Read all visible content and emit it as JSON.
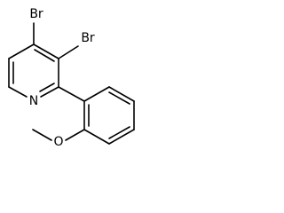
{
  "structure": {
    "atoms": {
      "br_top": "Br",
      "br_right": "Br",
      "nitrogen": "N",
      "oxygen": "O"
    }
  }
}
